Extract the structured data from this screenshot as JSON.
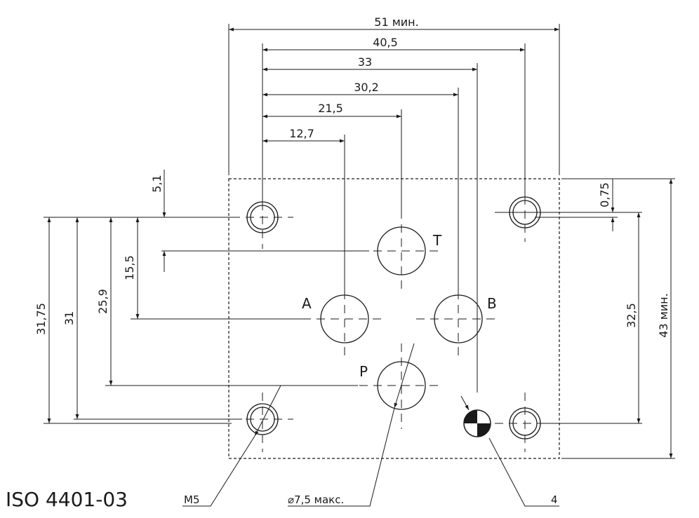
{
  "standard": "ISO 4401-03",
  "dimensions": {
    "width_min": "51 мин.",
    "d40_5": "40,5",
    "d33": "33",
    "d30_2": "30,2",
    "d21_5": "21,5",
    "d12_7": "12,7",
    "d5_1": "5,1",
    "d0_75": "0,75",
    "d15_5": "15,5",
    "d25_9": "25,9",
    "d31": "31",
    "d31_75": "31,75",
    "d32_5": "32,5",
    "height_min": "43 мин."
  },
  "ports": {
    "t": "T",
    "a": "A",
    "b": "B",
    "p": "P"
  },
  "callouts": {
    "thread": "M5",
    "diameter": "⌀7,5 макс.",
    "pin": "4"
  },
  "colors": {
    "line": "#1a1a1a",
    "background": "#ffffff"
  }
}
